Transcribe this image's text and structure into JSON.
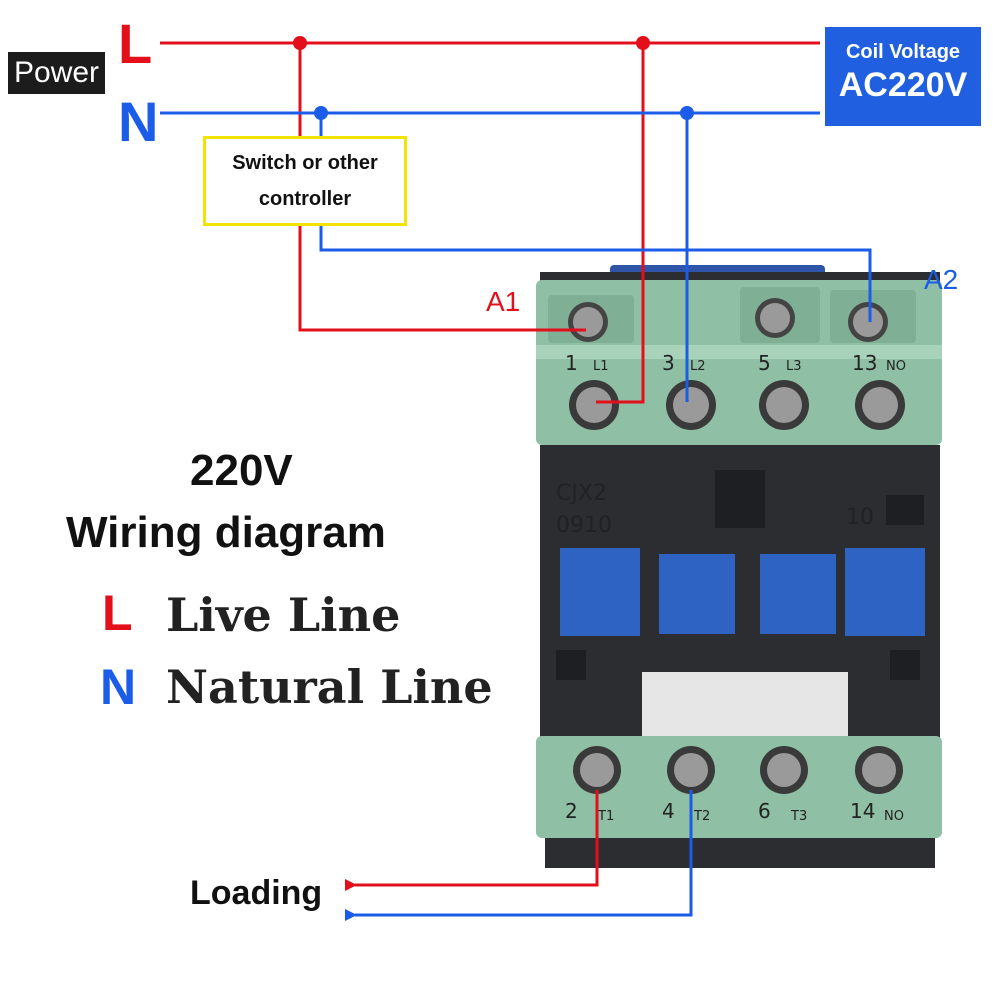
{
  "power": {
    "label": "Power",
    "live_symbol": "L",
    "neutral_symbol": "N"
  },
  "coil": {
    "line1": "Coil Voltage",
    "line2": "AC220V"
  },
  "controller": {
    "line1": "Switch or other",
    "line2": "controller"
  },
  "coil_terminals": {
    "a1": "A1",
    "a2": "A2"
  },
  "title": {
    "voltage": "220V",
    "subtitle": "Wiring diagram"
  },
  "legend": [
    {
      "symbol": "L",
      "text": "Live Line"
    },
    {
      "symbol": "N",
      "text": "Natural Line"
    }
  ],
  "load": {
    "label": "Loading"
  },
  "contactor": {
    "model_line1": "CJX2",
    "model_line2": "0910",
    "aux_code": "10",
    "top_terminals": [
      {
        "num": "1",
        "sub": "L1"
      },
      {
        "num": "3",
        "sub": "L2"
      },
      {
        "num": "5",
        "sub": "L3"
      },
      {
        "num": "13",
        "sub": "NO"
      }
    ],
    "bottom_terminals": [
      {
        "num": "2",
        "sub": "T1"
      },
      {
        "num": "4",
        "sub": "T2"
      },
      {
        "num": "6",
        "sub": "T3"
      },
      {
        "num": "14",
        "sub": "NO"
      }
    ]
  },
  "colors": {
    "live": "#e3101c",
    "neutral": "#1b5ce8",
    "coil_box": "#2060e0",
    "housing_green": "#8fbfa4",
    "housing_dark": "#2b2d30",
    "controller_border": "#f0e400"
  }
}
